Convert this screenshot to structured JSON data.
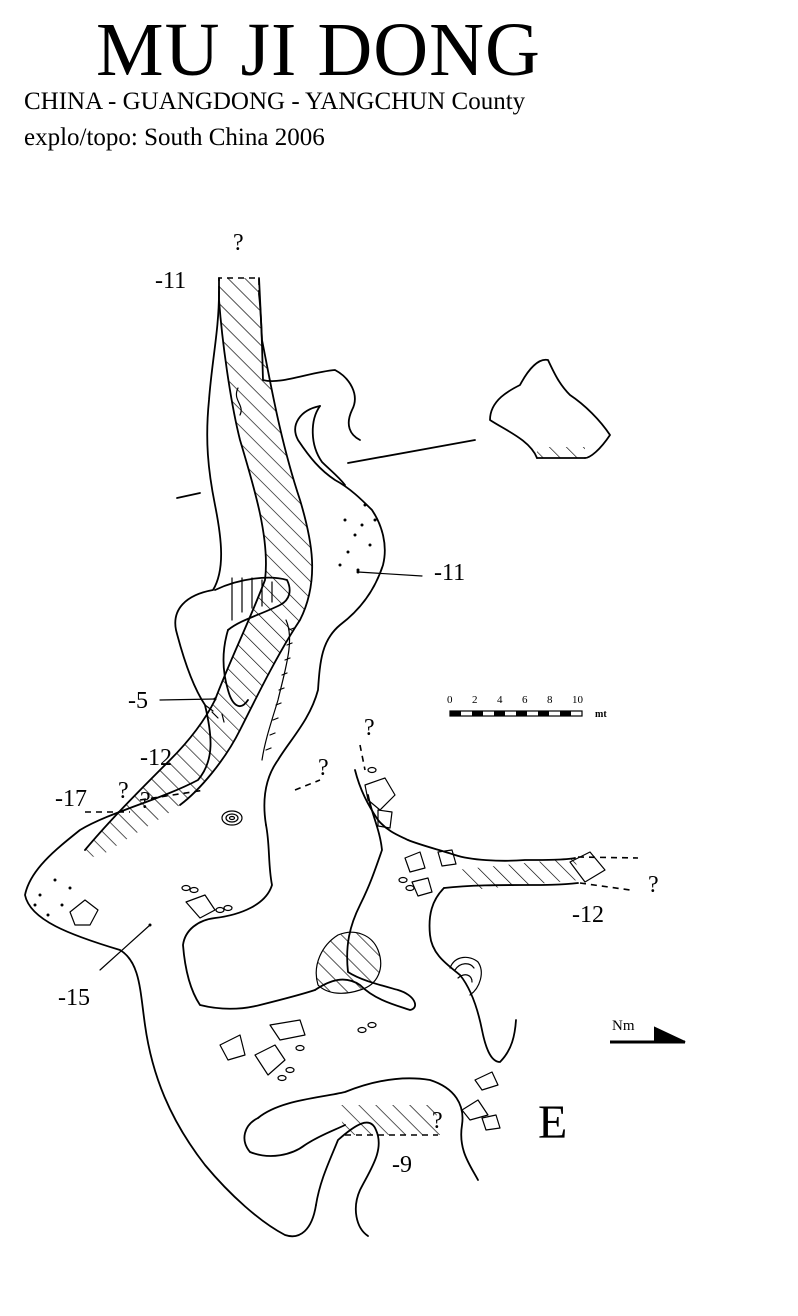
{
  "title": "MU JI DONG",
  "subtitle": "CHINA - GUANGDONG - YANGCHUN County",
  "credits": "explo/topo: South China 2006",
  "depths": {
    "top": "-11",
    "right": "-11",
    "left_passage": "-5",
    "west_upper": "-12",
    "west": "-17",
    "south_west": "-15",
    "east_branch": "-12",
    "south": "-9"
  },
  "unknown_mark": "?",
  "entrance_label": "E",
  "scale": {
    "ticks": [
      "0",
      "2",
      "4",
      "6",
      "8",
      "10"
    ],
    "unit": "mt"
  },
  "north_label": "Nm",
  "icons": {
    "north": "north-arrow-icon",
    "blocks": "boulder-icon",
    "pebbles": "pebble-icon",
    "shaft": "shaft-contour-icon"
  }
}
